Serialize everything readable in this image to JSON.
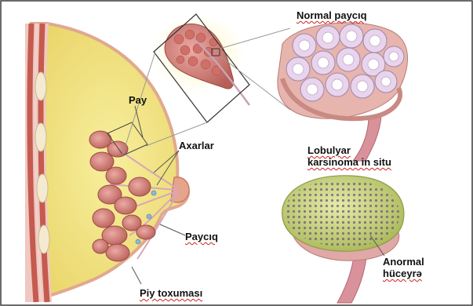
{
  "labels": {
    "normal_lobule": "Normal paycıq",
    "lobe": "Pay",
    "ducts": "Axarlar",
    "lcis_line1": "Lobulyar",
    "lcis_line2": "karsinoma in situ",
    "lobule": "Paycıq",
    "abnormal_line1": "Anormal",
    "abnormal_line2": "hüceyrə",
    "fat_tissue": "Piy toxuması"
  },
  "colors": {
    "fat": "#f3e58a",
    "muscle": "#c55a4e",
    "lobule": "#d98a86",
    "lobule_dark": "#b0564f",
    "pale_tissue": "#eac4c0",
    "cell_ring": "#e7d6ea",
    "abnormal_fill": "#c9d27a",
    "frame": "#3a3a3a"
  }
}
